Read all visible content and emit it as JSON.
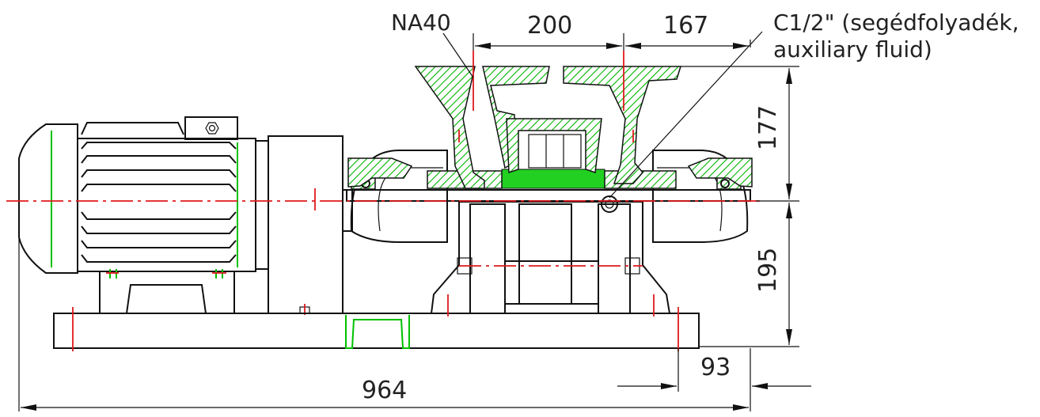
{
  "colors": {
    "outline": "#111111",
    "centerline": "#e0191c",
    "section_hatch": "#00b400",
    "background": "#ffffff"
  },
  "labels": {
    "nozzle": "NA40",
    "auxiliary_line1": "C1/2\" (segédfolyadék,",
    "auxiliary_line2": "auxiliary fluid)"
  },
  "dimensions": {
    "nozzle_spacing": "200",
    "nozzle_to_edge": "167",
    "height_upper": "177",
    "height_lower": "195",
    "foot_offset": "93",
    "overall_length": "964"
  }
}
